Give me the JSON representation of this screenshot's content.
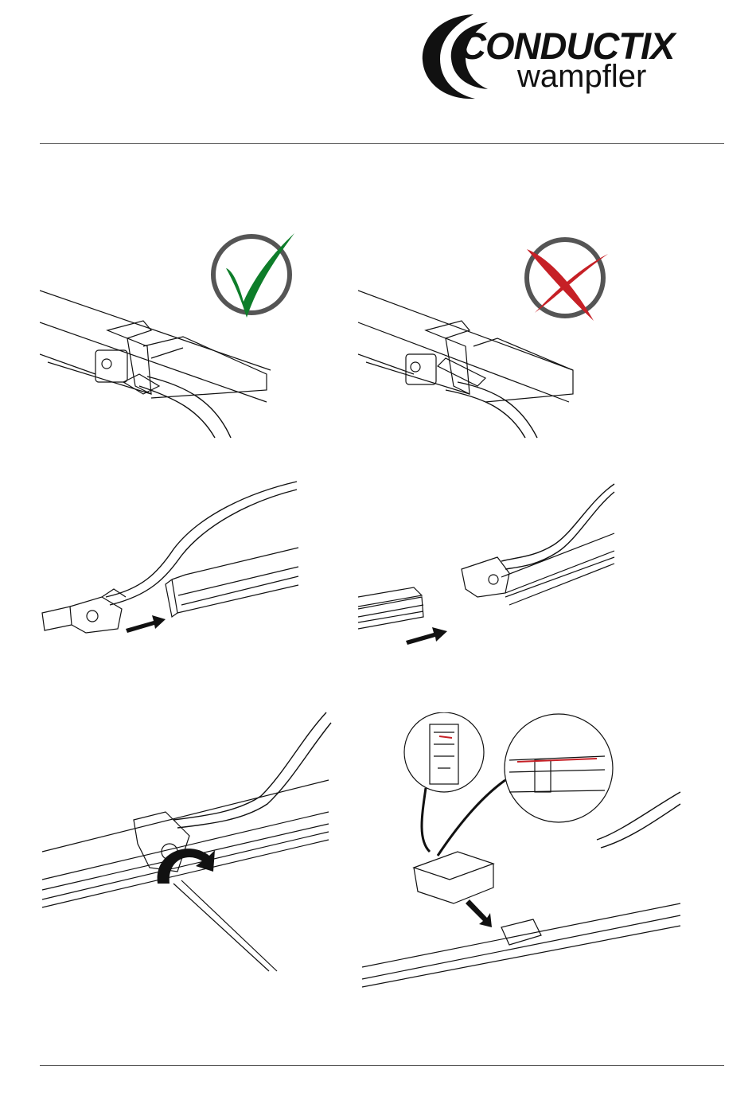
{
  "header": {
    "logo_primary": "CONDUCTIX",
    "logo_secondary": "wampfler"
  },
  "figures": [
    {
      "name": "correct-installation",
      "status": "correct",
      "status_icon": "check-mark-icon",
      "status_color": "#0e7d2a"
    },
    {
      "name": "incorrect-installation",
      "status": "incorrect",
      "status_icon": "cross-mark-icon",
      "status_color": "#c62026"
    },
    {
      "name": "insert-feed-connector",
      "arrow": "arrow-right-icon"
    },
    {
      "name": "slide-connector-cover",
      "arrow": "arrow-right-icon"
    },
    {
      "name": "tighten-screw",
      "arrow": "curved-arrow-icon"
    },
    {
      "name": "attach-cover-detail",
      "arrow": "arrow-down-right-icon"
    }
  ],
  "colors": {
    "line": "#111111",
    "ring": "#555555",
    "accent_red": "#c62026",
    "accent_green": "#0e7d2a"
  }
}
